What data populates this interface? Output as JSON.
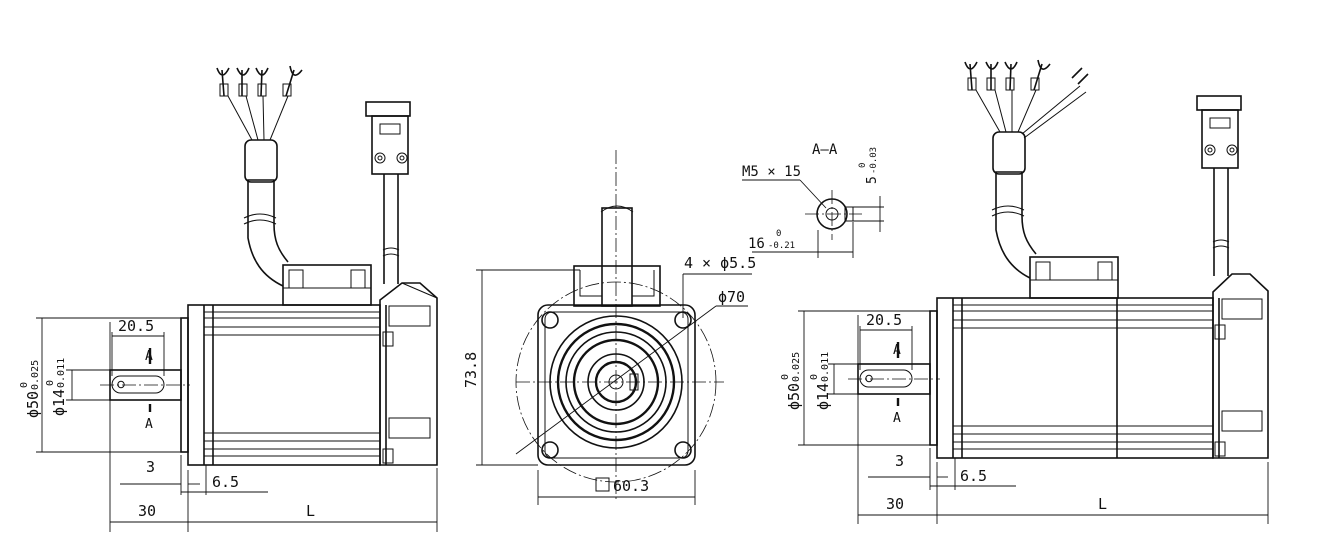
{
  "left_view": {
    "dim_keyway_len": "20.5",
    "dim_flange_dia": "ϕ50",
    "dim_flange_tol_upper": "0",
    "dim_flange_tol_lower": "-0.025",
    "dim_shaft_dia": "ϕ14",
    "dim_shaft_tol_upper": "0",
    "dim_shaft_tol_lower": "-0.011",
    "section_mark": "A",
    "dim_flange_thk": "3",
    "dim_pilot": "6.5",
    "dim_shaft_len": "30",
    "dim_body_len": "L"
  },
  "front_view": {
    "dim_height": "73.8",
    "dim_holes": "4 × ϕ5.5",
    "dim_pcd": "ϕ70",
    "dim_square": "60.3"
  },
  "section": {
    "title": "A–A",
    "thread": "M5 × 15",
    "key_width": "5",
    "key_width_tol_upper": "0",
    "key_width_tol_lower": "-0.03",
    "key_depth": "16",
    "key_depth_tol_upper": "0",
    "key_depth_tol_lower": "-0.21"
  },
  "right_view": {
    "dim_keyway_len": "20.5",
    "dim_flange_dia": "ϕ50",
    "dim_flange_tol_upper": "0",
    "dim_flange_tol_lower": "-0.025",
    "dim_shaft_dia": "ϕ14",
    "dim_shaft_tol_upper": "0",
    "dim_shaft_tol_lower": "-0.011",
    "section_mark": "A",
    "dim_flange_thk": "3",
    "dim_pilot": "6.5",
    "dim_shaft_len": "30",
    "dim_body_len": "L"
  }
}
